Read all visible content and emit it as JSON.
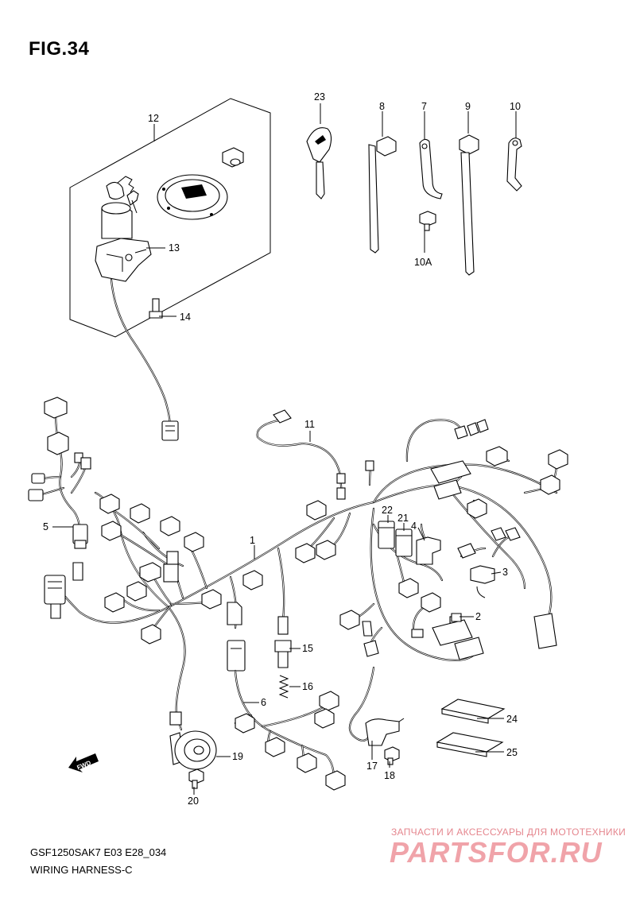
{
  "figure": {
    "title": "FIG.34",
    "model_code": "GSF1250SAK7 E03 E28_034",
    "section_name": "WIRING HARNESS-C"
  },
  "watermark": {
    "subtitle": "ЗАПЧАСТИ И АКСЕССУАРЫ ДЛЯ МОТОТЕХНИКИ",
    "logo": "PARTSFOR.RU"
  },
  "callouts": {
    "p1": "1",
    "p2": "2",
    "p3": "3",
    "p4": "4",
    "p5": "5",
    "p6": "6",
    "p7": "7",
    "p8": "8",
    "p9": "9",
    "p10": "10",
    "p10a": "10A",
    "p11": "11",
    "p12": "12",
    "p13": "13",
    "p14": "14",
    "p15": "15",
    "p16": "16",
    "p17": "17",
    "p18": "18",
    "p19": "19",
    "p20": "20",
    "p21": "21",
    "p22": "22",
    "p23": "23",
    "p24": "24",
    "p25": "25"
  },
  "direction_marker": "FWD",
  "icons": {
    "direction": "fwd-arrow-icon"
  }
}
